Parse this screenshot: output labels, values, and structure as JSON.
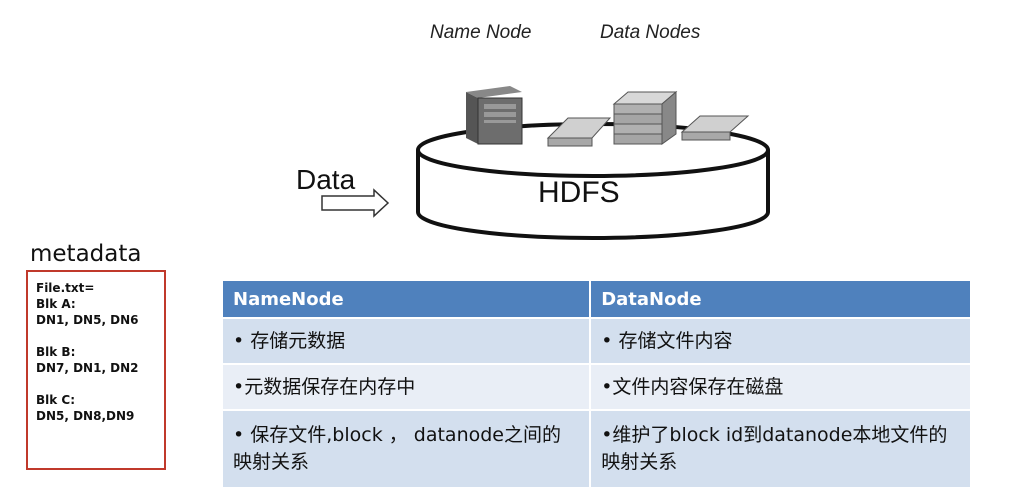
{
  "diagram": {
    "name_node_label": "Name Node",
    "data_nodes_label": "Data Nodes",
    "data_label": "Data",
    "hdfs_label": "HDFS"
  },
  "metadata": {
    "title": "metadata",
    "lines": [
      "File.txt=",
      "Blk A:",
      "DN1, DN5, DN6",
      "",
      "Blk B:",
      "DN7, DN1, DN2",
      "",
      "Blk C:",
      "DN5, DN8,DN9"
    ]
  },
  "table": {
    "headers": [
      "NameNode",
      "DataNode"
    ],
    "rows": [
      [
        "• 存储元数据",
        "• 存储文件内容"
      ],
      [
        "•元数据保存在内存中",
        "•文件内容保存在磁盘"
      ],
      [
        "• 保存文件,block ， datanode之间的映射关系",
        "•维护了block id到datanode本地文件的映射关系"
      ]
    ]
  },
  "colors": {
    "header_bg": "#4f81bd",
    "row_dark": "#d3dfee",
    "row_light": "#e9eef6",
    "meta_border": "#c0392b"
  }
}
